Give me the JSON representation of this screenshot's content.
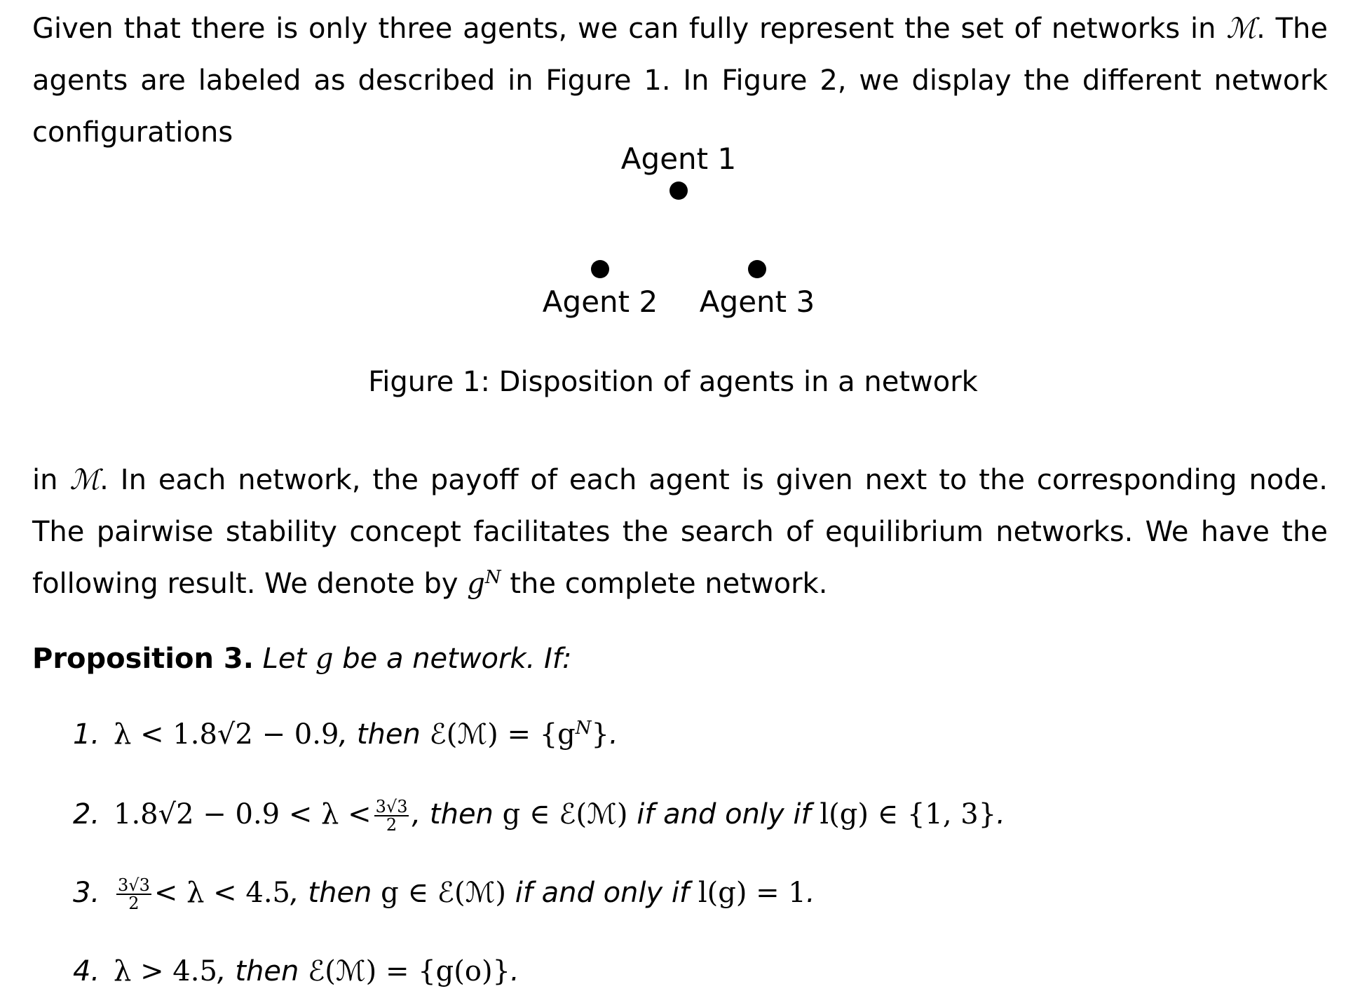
{
  "paragraph1": {
    "text_a": "Given that there is only three agents, we can fully represent the set of networks in ",
    "M_symbol": "ℳ",
    "text_b": ". The agents are labeled as described in Figure 1. In Figure 2, we display the different network configurations"
  },
  "figure": {
    "agents": [
      {
        "label": "Agent 1"
      },
      {
        "label": "Agent 2"
      },
      {
        "label": "Agent 3"
      }
    ],
    "caption": "Figure 1: Disposition of agents in a network"
  },
  "paragraph2": {
    "text_a": "in ",
    "M_symbol": "ℳ",
    "text_b": ". In each network, the payoff of each agent is given next to the corresponding node. The pairwise stability concept facilitates the search of equilibrium networks. We have the following result. We denote by ",
    "g": "g",
    "N": "N",
    "text_c": " the complete network."
  },
  "proposition": {
    "heading": "Proposition 3.",
    "intro_a": "Let ",
    "g": "g",
    "intro_b": " be a network. If:",
    "items": [
      {
        "num": "1.",
        "cond": "λ < 1.8√2 − 0.9",
        "then": ", then ",
        "result": "ℰ(ℳ) = {g",
        "sup": "N",
        "result_end": "}",
        "end": "."
      },
      {
        "num": "2.",
        "cond": "1.8√2 − 0.9 < λ <",
        "frac_num": "3√3",
        "frac_den": "2",
        "then": ", then ",
        "result": "g ∈ ℰ(ℳ)",
        "iff": " if and only if ",
        "cond2": "l(g) ∈ {1, 3}",
        "end": "."
      },
      {
        "num": "3.",
        "frac_num": "3√3",
        "frac_den": "2",
        "cond": "< λ < 4.5",
        "then": ", then ",
        "result": "g ∈ ℰ(ℳ)",
        "iff": " if and only if ",
        "cond2": "l(g) = 1",
        "end": "."
      },
      {
        "num": "4.",
        "cond": "λ > 4.5",
        "then": ", then ",
        "result": "ℰ(ℳ) = {g(o)}",
        "end": "."
      }
    ]
  }
}
